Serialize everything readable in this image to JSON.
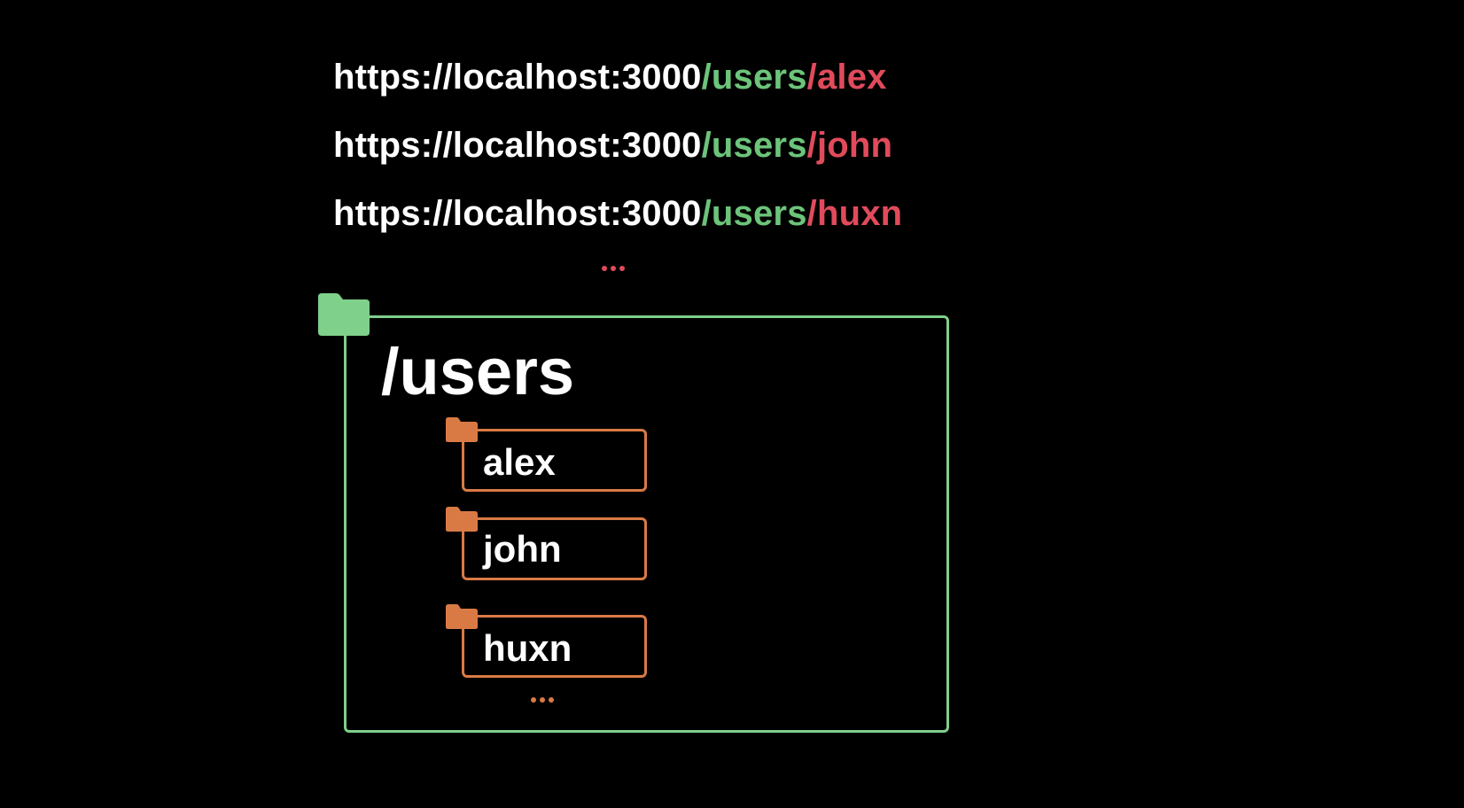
{
  "urls": [
    {
      "base": "https://localhost:3000",
      "segment": "/users",
      "name": "/alex"
    },
    {
      "base": "https://localhost:3000",
      "segment": "/users",
      "name": "/john"
    },
    {
      "base": "https://localhost:3000",
      "segment": "/users",
      "name": "/huxn"
    }
  ],
  "folder": {
    "title": "/users",
    "children": [
      "alex",
      "john",
      "huxn"
    ]
  },
  "icons": {
    "users_folder": "folder-icon",
    "child_folder": "folder-icon",
    "more": "ellipsis-icon"
  },
  "colors": {
    "background": "#000000",
    "text": "#ffffff",
    "segment_green": "#6cc47a",
    "name_red": "#e04b5c",
    "folder_green": "#7fd08a",
    "folder_orange": "#d97a45"
  }
}
